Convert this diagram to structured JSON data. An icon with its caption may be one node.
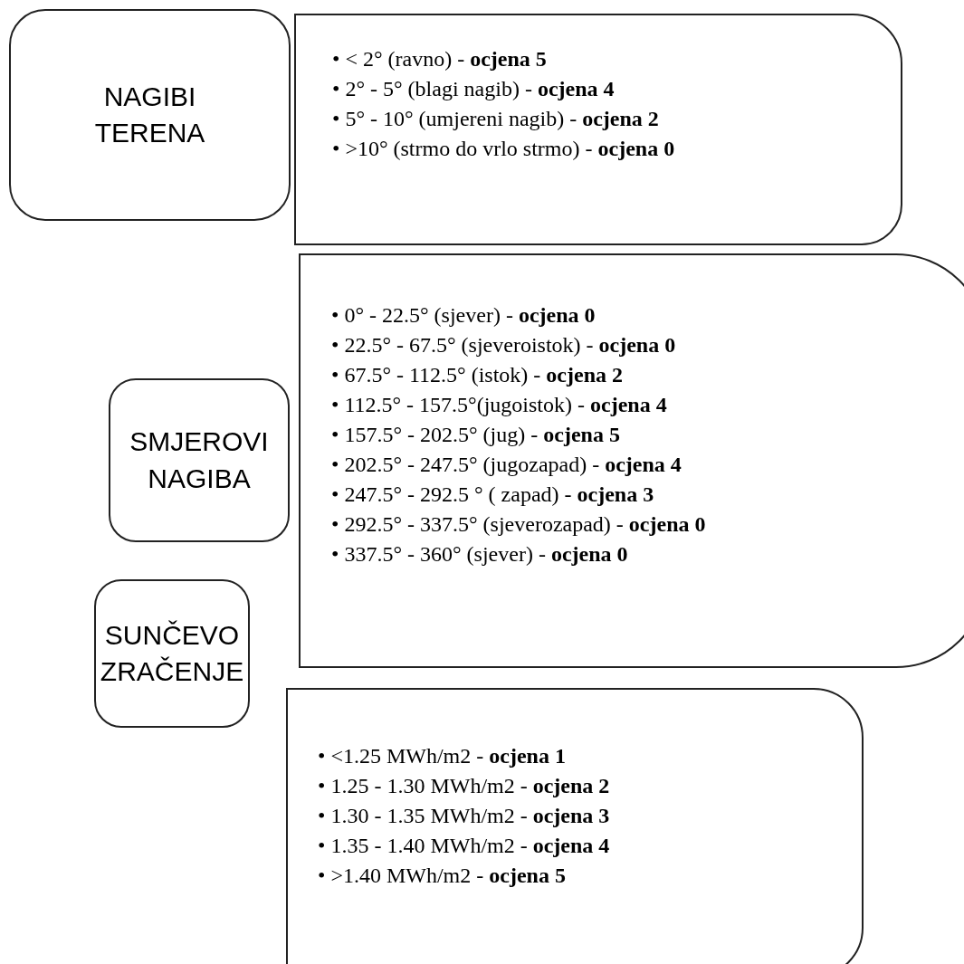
{
  "diagram": {
    "nodes": [
      {
        "text": [
          "NAGIBI TERENA"
        ]
      },
      {
        "text": [
          "• < 2° (ravno) - **ocjena 5**",
          "• 2° - 5° (blagi nagib) - **ocjena 4**",
          "• 5° - 10° (umjereni nagib) - **ocjena 2**",
          "• >10° (strmo do vrlo strmo) - **ocjena 0**"
        ]
      },
      {
        "text": [
          "• 0° - 22.5° (sjever) - **ocjena 0**",
          "• 22.5° - 67.5° (sjeveroistok) - **ocjena 0**",
          "• 67.5° - 112.5° (istok) - **ocjena 2**",
          "• 112.5° - 157.5°(jugoistok) - **ocjena 4**",
          "• 157.5° - 202.5° (jug) - **ocjena 5**",
          "• 202.5° - 247.5° (jugozapad) - **ocjena 4**",
          "• 247.5° - 292.5 ° ( zapad) - **ocjena 3**",
          "• 292.5° - 337.5° (sjeverozapad) - **ocjena 0**",
          "• 337.5° - 360° (sjever) - **ocjena 0**"
        ]
      },
      {
        "text": [
          "SMJEROVI NAGIBA"
        ]
      },
      {
        "text": [
          "SUNČEVO ZRAČENJE"
        ]
      },
      {
        "text": [
          "• <1.25 MWh/m2 - **ocjena 1**",
          "• 1.25 - 1.30 MWh/m2 - **ocjena 2**",
          "• 1.30 - 1.35 MWh/m2 - **ocjena 3**",
          "• 1.35 - 1.40 MWh/m2 - **ocjena 4**",
          "• >1.40 MWh/m2 - **ocjena 5**"
        ]
      }
    ]
  }
}
